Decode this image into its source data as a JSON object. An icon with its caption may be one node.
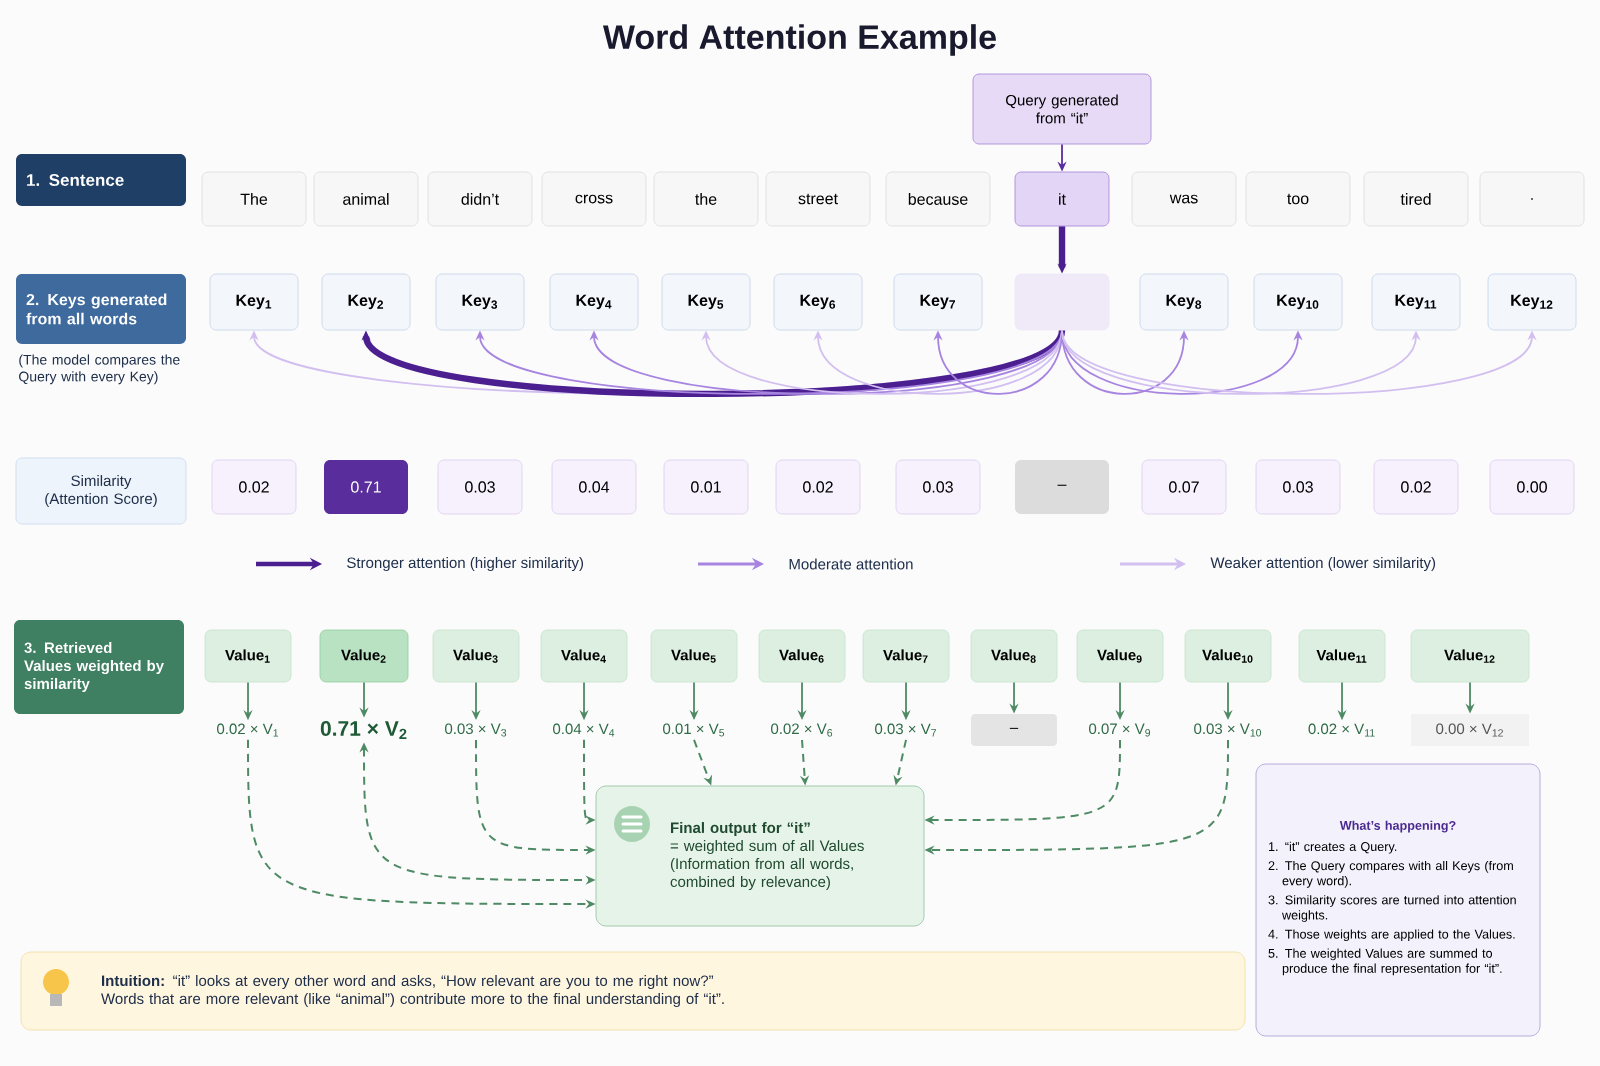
{
  "diagram": {
    "title": "Word Attention Example",
    "nodes": [
      {
        "text": [
          "1. Sentence"
        ]
      },
      {
        "text": [
          "The"
        ]
      },
      {
        "text": [
          "animal"
        ]
      },
      {
        "text": [
          "didn’t"
        ]
      },
      {
        "text": [
          "cross"
        ]
      },
      {
        "text": [
          "the"
        ]
      },
      {
        "text": [
          "street"
        ]
      },
      {
        "text": [
          "because"
        ]
      },
      {
        "text": [
          "it"
        ]
      },
      {
        "text": [
          "was"
        ]
      },
      {
        "text": [
          "too"
        ]
      },
      {
        "text": [
          "tired"
        ]
      },
      {
        "text": [
          "."
        ]
      },
      {
        "text": [
          "Query generated from “it”"
        ]
      },
      {
        "text": [
          "2. Keys generated from all words"
        ],
        "beside": [
          "(The model compares the Query with every Key)"
        ]
      },
      {
        "text": [
          "Key$_{1}$"
        ]
      },
      {
        "text": [
          "Key$_{2}$"
        ]
      },
      {
        "text": [
          "Key$_{3}$"
        ]
      },
      {
        "text": [
          "Key$_{4}$"
        ]
      },
      {
        "text": [
          "Key$_{5}$"
        ]
      },
      {
        "text": [
          "Key$_{6}$"
        ]
      },
      {
        "text": [
          "Key$_{7}$"
        ]
      },
      {
        "text": [],
        "shape": "box"
      },
      {
        "text": [
          "Key$_{8}$"
        ]
      },
      {
        "text": [
          "Key$_{10}$"
        ]
      },
      {
        "text": [
          "Key$_{11}$"
        ]
      },
      {
        "text": [
          "Key$_{12}$"
        ]
      },
      {
        "text": [
          "Similarity (Attention Score)"
        ]
      },
      {
        "text": [
          "0.02"
        ]
      },
      {
        "text": [
          "0.71"
        ]
      },
      {
        "text": [
          "0.03"
        ]
      },
      {
        "text": [
          "0.04"
        ]
      },
      {
        "text": [
          "0.01"
        ]
      },
      {
        "text": [
          "0.02"
        ]
      },
      {
        "text": [
          "0.03"
        ]
      },
      {
        "text": [
          "–"
        ]
      },
      {
        "text": [
          "0.07"
        ]
      },
      {
        "text": [
          "0.03"
        ]
      },
      {
        "text": [
          "0.02"
        ]
      },
      {
        "text": [
          "0.00"
        ]
      },
      {
        "text": [
          "3. Retrieved Values weighted by similarity"
        ]
      },
      {
        "text": [
          "Value$_{1}$"
        ]
      },
      {
        "text": [
          "Value$_{2}$"
        ]
      },
      {
        "text": [
          "Value$_{3}$"
        ]
      },
      {
        "text": [
          "Value$_{4}$"
        ]
      },
      {
        "text": [
          "Value$_{5}$"
        ]
      },
      {
        "text": [
          "Value$_{6}$"
        ]
      },
      {
        "text": [
          "Value$_{7}$"
        ]
      },
      {
        "text": [
          "Value$_{8}$"
        ]
      },
      {
        "text": [
          "Value$_{9}$"
        ]
      },
      {
        "text": [
          "Value$_{10}$"
        ]
      },
      {
        "text": [
          "Value$_{11}$"
        ]
      },
      {
        "text": [
          "Value$_{12}$"
        ]
      },
      {
        "text": [
          "0.02 × V$_{1}$"
        ]
      },
      {
        "text": [
          "0.71 × V$_{2}$"
        ]
      },
      {
        "text": [
          "0.03 × V$_{3}$"
        ]
      },
      {
        "text": [
          "0.04 × V$_{4}$"
        ]
      },
      {
        "text": [
          "0.01 × V$_{5}$"
        ]
      },
      {
        "text": [
          "0.02 × V$_{6}$"
        ]
      },
      {
        "text": [
          "0.03 × V$_{7}$"
        ]
      },
      {
        "text": [
          "–"
        ]
      },
      {
        "text": [
          "0.07 × V$_{9}$"
        ]
      },
      {
        "text": [
          "0.03 × V$_{10}$"
        ]
      },
      {
        "text": [
          "0.02 × V$_{11}$"
        ]
      },
      {
        "text": [
          "0.00 × V$_{12}$"
        ]
      },
      {
        "text": [
          "Final output for “it”",
          "= weighted sum of all Values",
          "(Information from all words, combined by relevance)"
        ]
      },
      {
        "text": [
          "What’s happening?",
          "1. “it” creates a Query.",
          "2. The Query compares with all Keys (from every word).",
          "3. Similarity scores are turned into attention weights.",
          "4. Those weights are applied to the Values.",
          "5. The weighted Values are summed to produce the final representation for “it”."
        ]
      },
      {
        "text": [
          "**Intuition:** “it” looks at every other word and asks, “How relevant are you to me right now?”",
          "Words that are more relevant (like “animal”) contribute more to the final understanding of “it”."
        ]
      }
    ],
    "edges": [
      {
        "from": 13,
        "to": 8,
        "arrow": "to",
        "color": "#5a2d9c"
      },
      {
        "from": 8,
        "to": 22,
        "arrow": "to",
        "style": "thick",
        "color": "#4b1f8f"
      },
      {
        "from": 22,
        "to": 15,
        "arrow": "to",
        "color": "#d2bff0"
      },
      {
        "from": 22,
        "to": 16,
        "arrow": "to",
        "style": "thick",
        "color": "#4b1f8f"
      },
      {
        "from": 22,
        "to": 17,
        "arrow": "to",
        "color": "#a784e0"
      },
      {
        "from": 22,
        "to": 18,
        "arrow": "to",
        "color": "#a784e0"
      },
      {
        "from": 22,
        "to": 19,
        "arrow": "to",
        "color": "#d2bff0"
      },
      {
        "from": 22,
        "to": 20,
        "arrow": "to",
        "color": "#d2bff0"
      },
      {
        "from": 22,
        "to": 21,
        "arrow": "to",
        "color": "#a784e0"
      },
      {
        "from": 22,
        "to": 23,
        "arrow": "to",
        "color": "#a784e0"
      },
      {
        "from": 22,
        "to": 24,
        "arrow": "to",
        "color": "#a784e0"
      },
      {
        "from": 22,
        "to": 25,
        "arrow": "to",
        "color": "#d2bff0"
      },
      {
        "from": 22,
        "to": 26,
        "arrow": "to",
        "color": "#d2bff0"
      },
      {
        "from": 41,
        "to": 53,
        "arrow": "to"
      },
      {
        "from": 42,
        "to": 54,
        "arrow": "to"
      },
      {
        "from": 43,
        "to": 55,
        "arrow": "to"
      },
      {
        "from": 44,
        "to": 56,
        "arrow": "to"
      },
      {
        "from": 45,
        "to": 57,
        "arrow": "to"
      },
      {
        "from": 46,
        "to": 58,
        "arrow": "to"
      },
      {
        "from": 47,
        "to": 59,
        "arrow": "to"
      },
      {
        "from": 48,
        "to": 60,
        "arrow": "to"
      },
      {
        "from": 49,
        "to": 61,
        "arrow": "to"
      },
      {
        "from": 50,
        "to": 62,
        "arrow": "to"
      },
      {
        "from": 51,
        "to": 63,
        "arrow": "to"
      },
      {
        "from": 52,
        "to": 64,
        "arrow": "to"
      },
      {
        "from": 53,
        "to": 65,
        "arrow": "to",
        "style": "dashed"
      },
      {
        "from": 54,
        "to": 65,
        "arrow": "both",
        "style": "dashed"
      },
      {
        "from": 55,
        "to": 65,
        "arrow": "to",
        "style": "dashed"
      },
      {
        "from": 56,
        "to": 65,
        "arrow": "to",
        "style": "dashed"
      },
      {
        "from": 57,
        "to": 65,
        "arrow": "to",
        "style": "dashed"
      },
      {
        "from": 58,
        "to": 65,
        "arrow": "to",
        "style": "dashed"
      },
      {
        "from": 59,
        "to": 65,
        "arrow": "to",
        "style": "dashed"
      },
      {
        "from": 61,
        "to": 65,
        "arrow": "to",
        "style": "dashed"
      },
      {
        "from": 62,
        "to": 65,
        "arrow": "to",
        "style": "dashed"
      }
    ],
    "legend": [
      {
        "text": "Stronger attention (higher similarity)"
      },
      {
        "text": "Moderate attention"
      },
      {
        "text": "Weaker attention (lower similarity)"
      }
    ]
  }
}
